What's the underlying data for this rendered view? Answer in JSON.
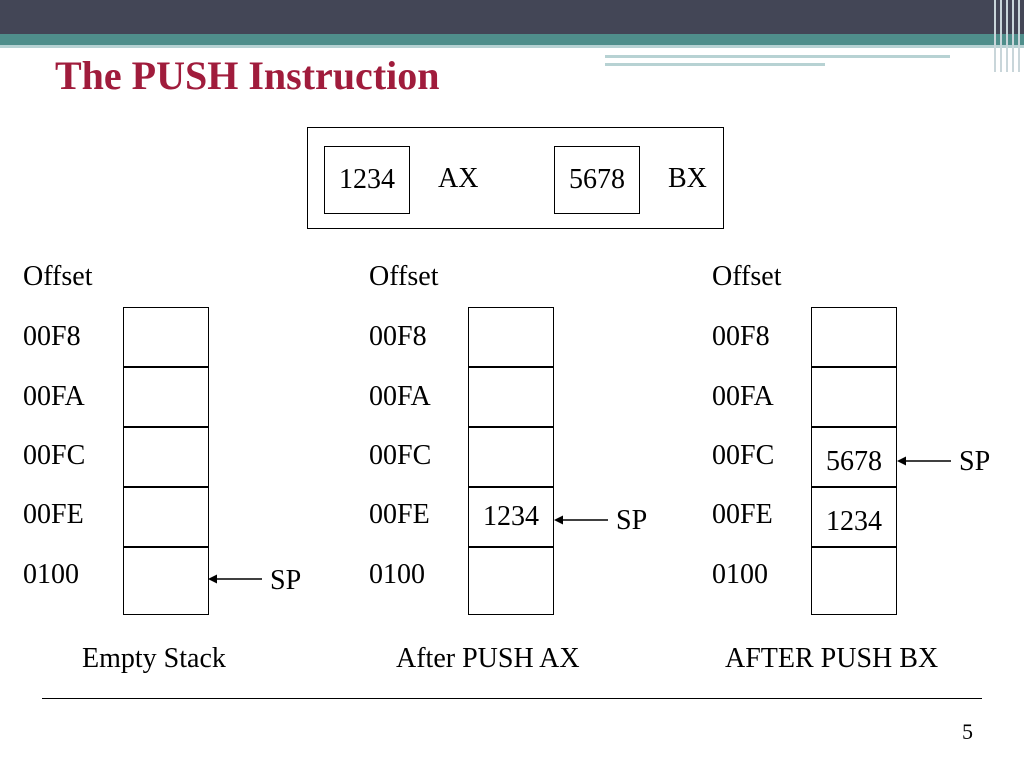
{
  "slide": {
    "title": "The PUSH Instruction",
    "page_number": "5"
  },
  "registers": [
    {
      "value": "1234",
      "name": "AX"
    },
    {
      "value": "5678",
      "name": "BX"
    }
  ],
  "offset_header": "Offset",
  "offsets": [
    "00F8",
    "00FA",
    "00FC",
    "00FE",
    "0100"
  ],
  "sp_label": "SP",
  "stacks": [
    {
      "caption": "Empty Stack",
      "cells": [
        "",
        "",
        "",
        "",
        ""
      ],
      "sp_index": 4
    },
    {
      "caption": "After PUSH AX",
      "cells": [
        "",
        "",
        "",
        "1234",
        ""
      ],
      "sp_index": 3
    },
    {
      "caption": "AFTER PUSH BX",
      "cells": [
        "",
        "",
        "5678",
        "1234",
        ""
      ],
      "sp_index": 2
    }
  ],
  "colors": {
    "title": "#a01c3c",
    "header_dark": "#434656",
    "header_teal": "#4f8e8b"
  }
}
